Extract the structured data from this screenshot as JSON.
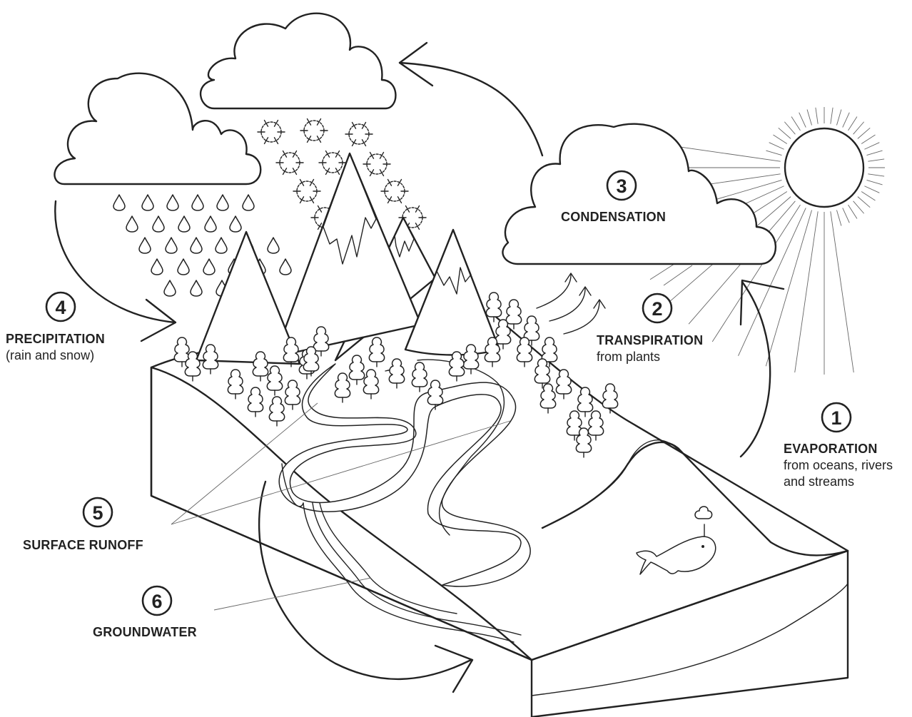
{
  "stages": [
    {
      "number": "1",
      "title": "EVAPORATION",
      "lines": [
        "from oceans, rivers",
        "and streams"
      ]
    },
    {
      "number": "2",
      "title": "TRANSPIRATION",
      "lines": [
        "from plants"
      ]
    },
    {
      "number": "3",
      "title": "CONDENSATION",
      "lines": []
    },
    {
      "number": "4",
      "title": "PRECIPITATION",
      "lines": [
        "(rain and snow)"
      ]
    },
    {
      "number": "5",
      "title": "SURFACE RUNOFF",
      "lines": []
    },
    {
      "number": "6",
      "title": "GROUNDWATER",
      "lines": []
    }
  ],
  "icons": [
    "sun-icon",
    "cloud-icon",
    "rain-drop-icon",
    "snowflake-icon",
    "mountain-icon",
    "tree-icon",
    "whale-icon",
    "arrow-icon"
  ]
}
